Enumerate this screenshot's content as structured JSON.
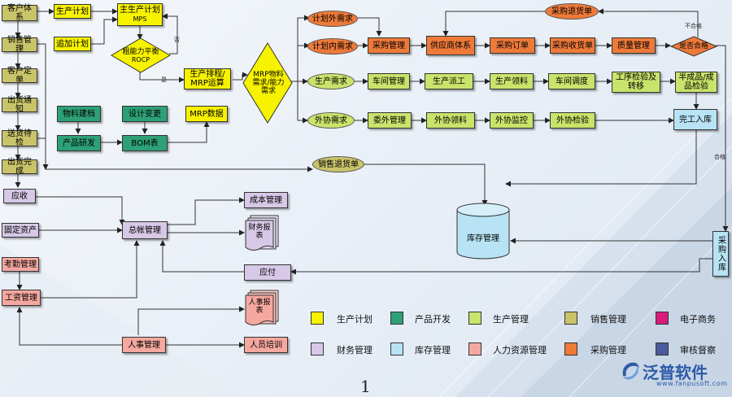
{
  "left_column": {
    "customer_system": "客户体系",
    "sales_mgmt": "销售管理",
    "customer_order": "客户定单",
    "shipping_notice": "出货通知",
    "delivery_inspect": "送货待检",
    "shipping_done": "出货完成",
    "receivable": "应收",
    "fixed_assets": "固定资产",
    "attendance": "考勤管理",
    "payroll": "工资管理"
  },
  "plan": {
    "production_plan": "生产计划",
    "add_plan": "追加计划",
    "master_plan": "主生产计划",
    "master_plan_sub": "MPS",
    "capacity_balance": "粗能力平衡",
    "capacity_sub": "ROCP",
    "no_label": "否",
    "yes_label": "是",
    "scheduling": "生产排程/",
    "scheduling_sub": "MRP运算",
    "mrp_data": "MRP数据",
    "mrp_diamond": "MRP物料需求/能力需求"
  },
  "product_dev": {
    "material_bom": "物料建档",
    "design_change": "设计变更",
    "product_rd": "产品研发",
    "bom_table": "BOM表"
  },
  "demand": {
    "external_plan": "计划外需求",
    "internal_plan": "计划内需求",
    "production_demand": "生产需求",
    "outsource_demand": "外协需求",
    "sales_return": "销售退货单",
    "purchase_return": "采购退货单"
  },
  "purchase_row": {
    "purchase_mgmt": "采购管理",
    "supplier_system": "供应商体系",
    "purchase_order": "采购订单",
    "purchase_receipt": "采购收货单",
    "quality_mgmt": "质量管理",
    "qualified_check": "是否合格",
    "unqualified": "不合格",
    "qualified": "合格"
  },
  "production_row": {
    "workshop_mgmt": "车间管理",
    "production_dispatch": "生产派工",
    "material_issue": "生产领料",
    "workshop_dispatch": "车间调度",
    "process_inspection": "工序检验及转移",
    "semi_finished_inspection": "半成品/成品检验"
  },
  "outsource_row": {
    "outsource_mgmt": "委外管理",
    "outsource_issue": "外协领料",
    "outsource_monitor": "外协监控",
    "outsource_inspect": "外协检验",
    "completion_storage": "完工入库"
  },
  "finance": {
    "warehouse_mgmt": "库存管理",
    "purchase_storage": "采购入库",
    "cost_mgmt": "成本管理",
    "general_ledger": "总帐管理",
    "financial_report": "财务报表",
    "payable": "应付"
  },
  "hr": {
    "hr_mgmt": "人事管理",
    "hr_report": "人事报表",
    "staff_training": "人员培训"
  },
  "legend": [
    {
      "label": "生产计划",
      "color": "#f6f200"
    },
    {
      "label": "产品开发",
      "color": "#2ea077"
    },
    {
      "label": "生产管理",
      "color": "#c9e36b"
    },
    {
      "label": "销售管理",
      "color": "#c9c46a"
    },
    {
      "label": "电子商务",
      "color": "#d91b7b"
    },
    {
      "label": "财务管理",
      "color": "#d6c8e6"
    },
    {
      "label": "库存管理",
      "color": "#b7e3f4"
    },
    {
      "label": "人力资源管理",
      "color": "#f5a8a0"
    },
    {
      "label": "采购管理",
      "color": "#ee7a3a"
    },
    {
      "label": "审核督察",
      "color": "#4b5a9d"
    }
  ],
  "page_number": "1",
  "logo": {
    "name": "泛普软件",
    "url": "www.fanpusoft.com"
  }
}
